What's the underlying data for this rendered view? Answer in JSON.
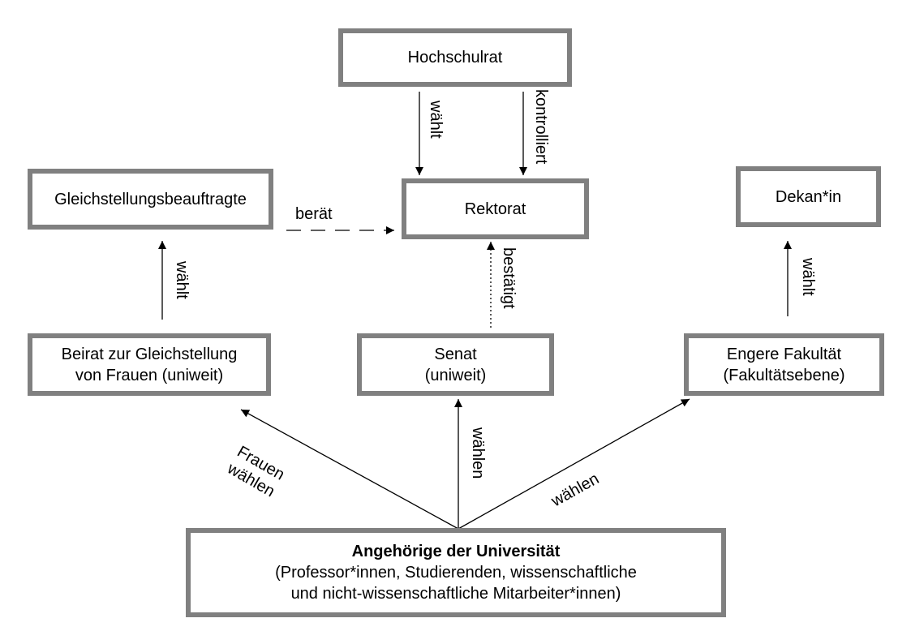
{
  "nodes": {
    "hochschulrat": {
      "lines": [
        "Hochschulrat"
      ]
    },
    "rektorat": {
      "lines": [
        "Rektorat"
      ]
    },
    "gleichstellungsbeauftragte": {
      "lines": [
        "Gleichstellungsbeauftragte"
      ]
    },
    "dekanin": {
      "lines": [
        "Dekan*in"
      ]
    },
    "beirat": {
      "lines": [
        "Beirat zur Gleichstellung",
        "von Frauen (uniweit)"
      ]
    },
    "senat": {
      "lines": [
        "Senat",
        "(uniweit)"
      ]
    },
    "engere_fakultaet": {
      "lines": [
        "Engere Fakultät",
        "(Fakultätsebene)"
      ]
    },
    "angehoerige": {
      "lines": [
        "Angehörige der Universität",
        "(Professor*innen, Studierenden, wissenschaftliche",
        "und nicht-wissenschaftliche Mitarbeiter*innen)"
      ]
    }
  },
  "edges": {
    "hochschulrat_rektorat_waehlt": {
      "label": "wählt",
      "style": "solid"
    },
    "hochschulrat_rektorat_kontrolliert": {
      "label": "kontrolliert",
      "style": "solid"
    },
    "gleichstellung_rektorat": {
      "label": "berät",
      "style": "dashed"
    },
    "senat_rektorat": {
      "label": "bestätigt",
      "style": "dotted"
    },
    "beirat_gleichstellung": {
      "label": "wählt",
      "style": "solid"
    },
    "fakultaet_dekanin": {
      "label": "wählt",
      "style": "solid"
    },
    "angehoerige_beirat": {
      "label_lines": [
        "Frauen",
        "wählen"
      ],
      "style": "solid"
    },
    "angehoerige_senat": {
      "label": "wählen",
      "style": "solid"
    },
    "angehoerige_fakultaet": {
      "label": "wählen",
      "style": "solid"
    }
  },
  "colors": {
    "box_border": "#808080",
    "line": "#000000"
  }
}
